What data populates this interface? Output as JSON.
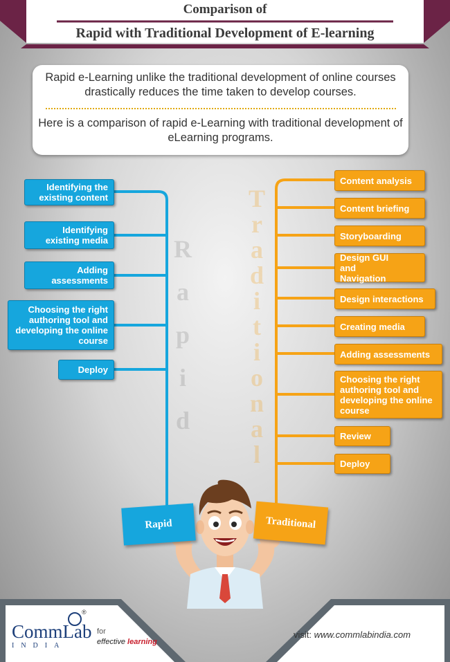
{
  "header": {
    "title_line1": "Comparison of",
    "title_line2": "Rapid with Traditional Development of E-learning"
  },
  "intro": {
    "paragraph1": "Rapid e-Learning unlike the traditional development of online courses drastically reduces the time taken to develop courses.",
    "paragraph2": "Here is a comparison of rapid e-Learning with traditional development of eLearning programs."
  },
  "rapid": {
    "label": "Rapid",
    "vertical_word": "Rapid",
    "steps": [
      "Identifying the existing content",
      "Identifying existing media",
      "Adding assessments",
      "Choosing the right authoring tool and developing the online course",
      "Deploy"
    ]
  },
  "traditional": {
    "label": "Traditional",
    "vertical_word": "Traditional",
    "steps": [
      "Content analysis",
      "Content briefing",
      "Storyboarding",
      "Design GUI and Navigation",
      "Design interactions",
      "Creating media",
      "Adding assessments",
      "Choosing the right authoring tool and developing the online course",
      "Review",
      "Deploy"
    ]
  },
  "footer": {
    "logo_text": "CommLab",
    "logo_sub": "INDIA",
    "registered": "®",
    "tagline_for": "for",
    "tagline_effective": "effective",
    "tagline_learning": "learning",
    "visit_label": "visit:",
    "url": "www.commlabindia.com"
  },
  "colors": {
    "rapid": "#16a6dd",
    "traditional": "#f6a316",
    "banner": "#6b2346"
  }
}
